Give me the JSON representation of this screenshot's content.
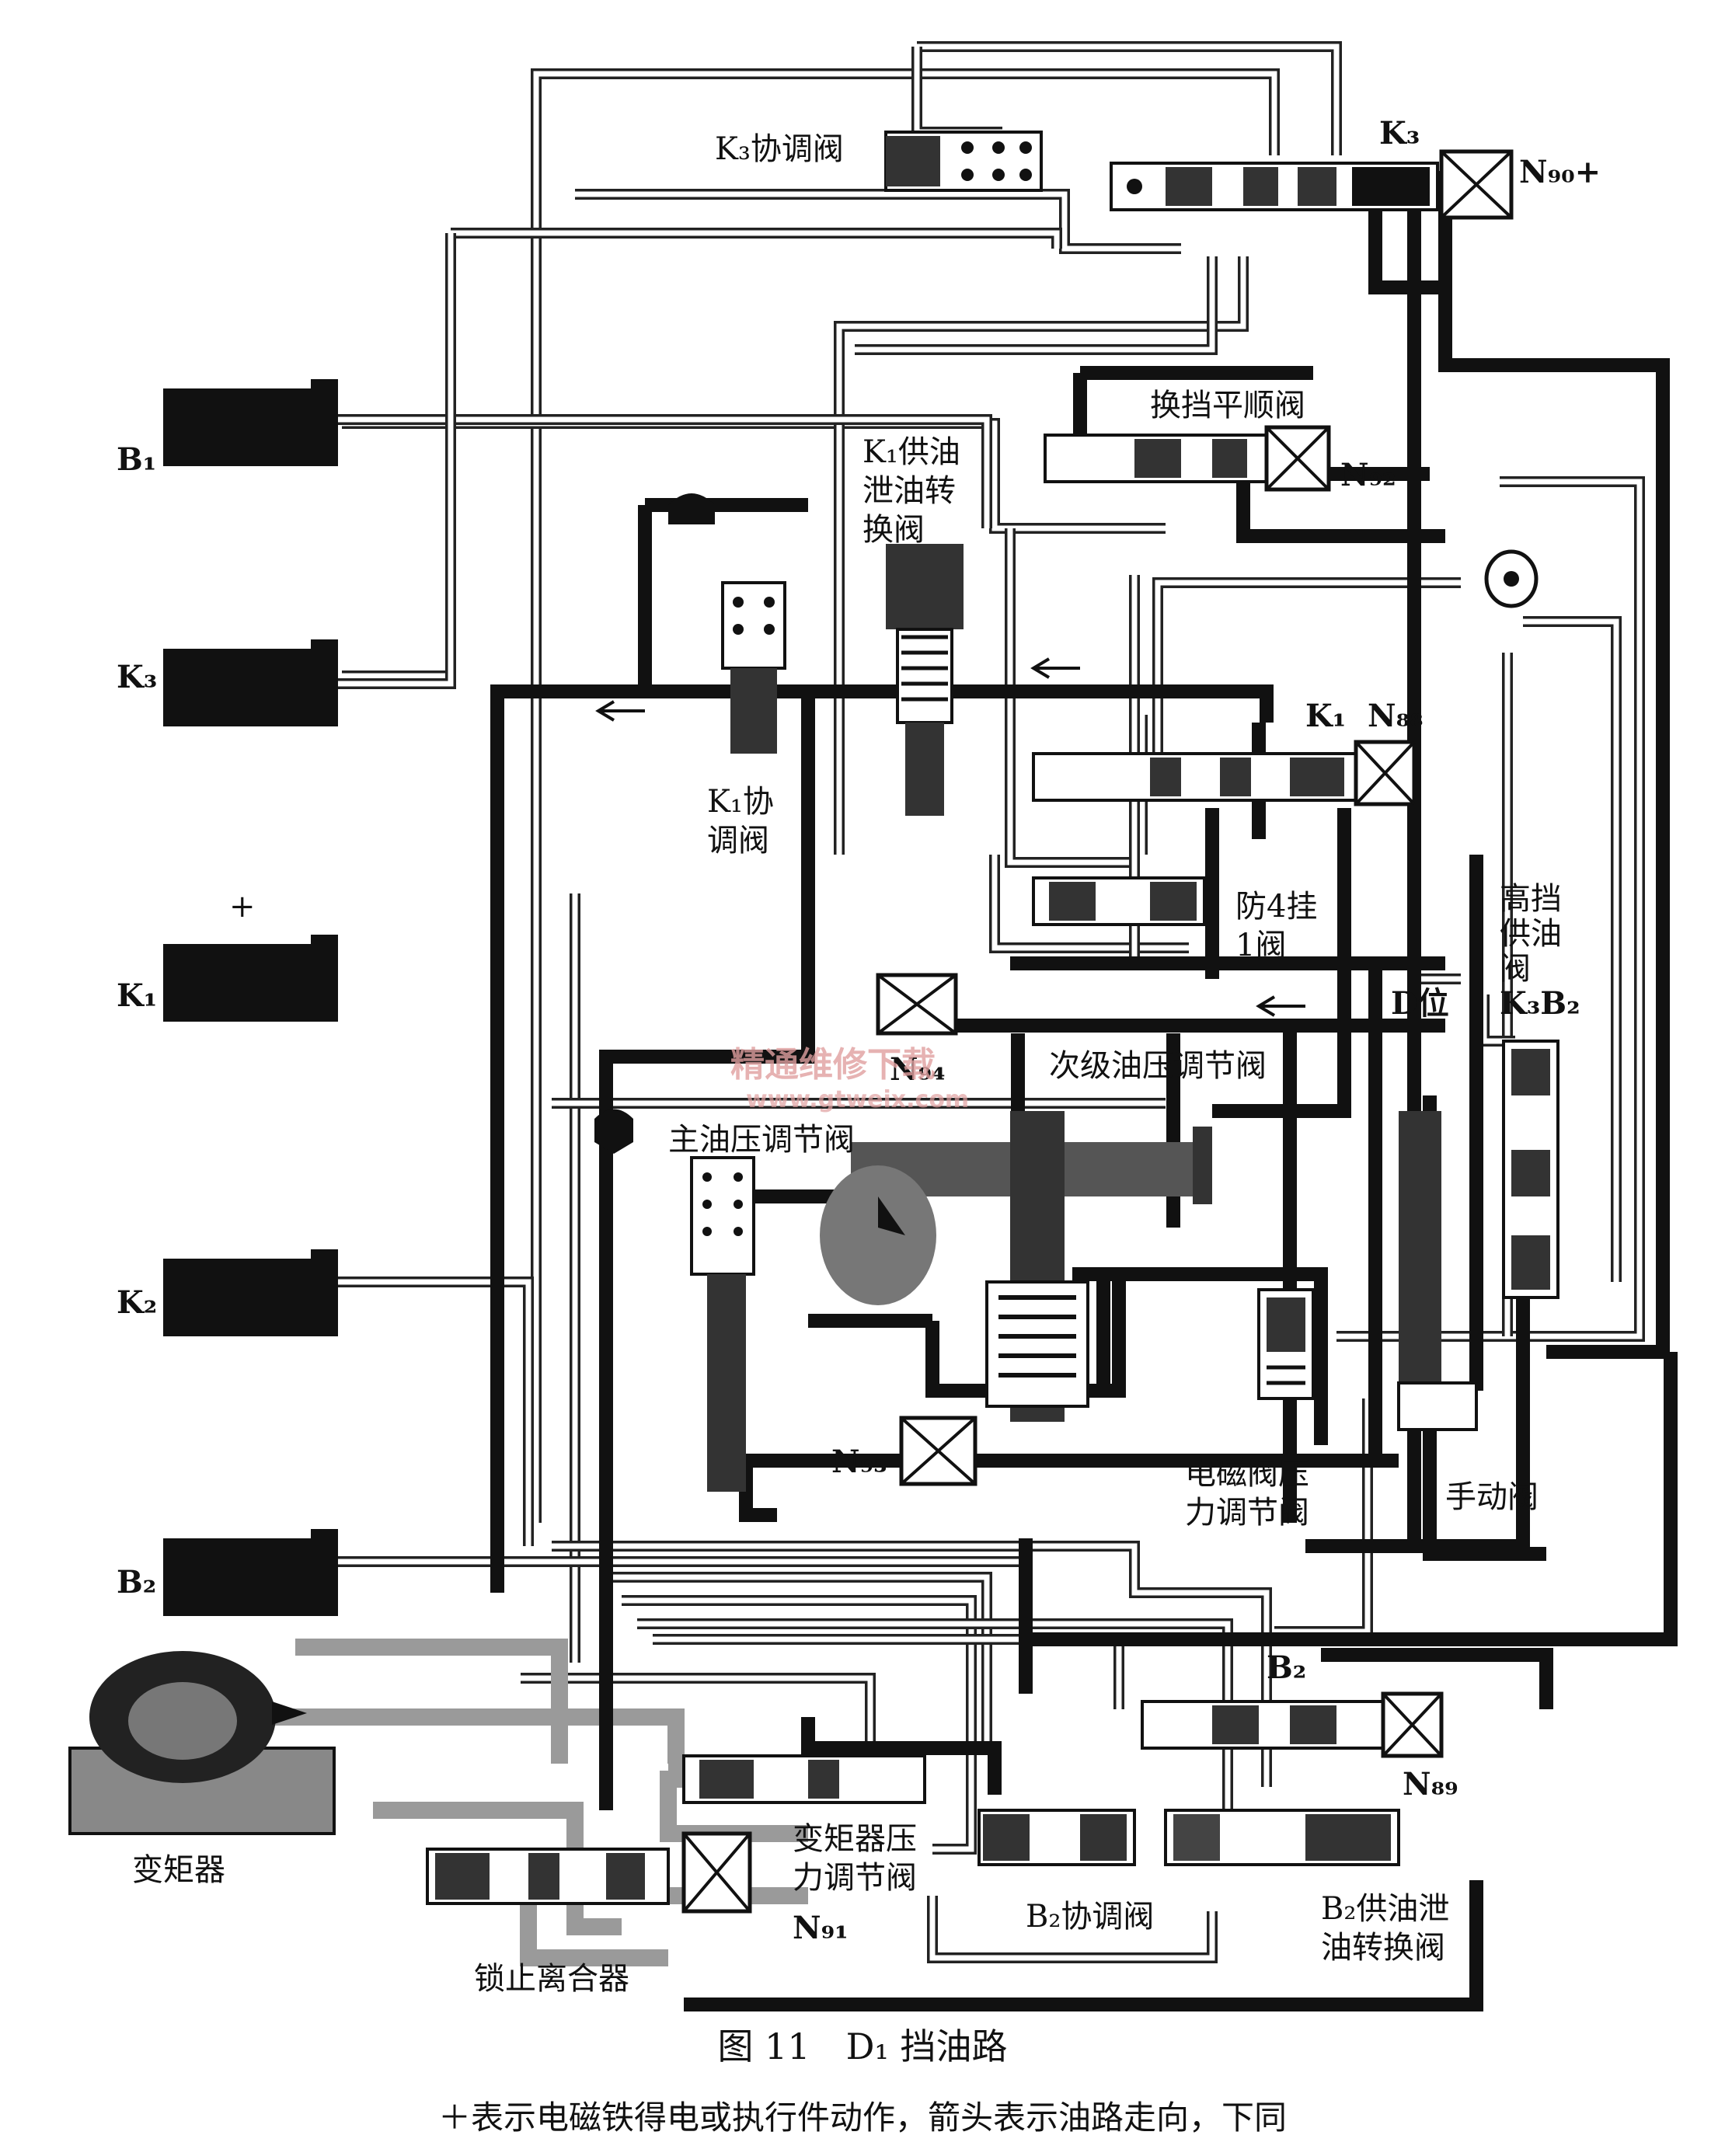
{
  "diagram": {
    "actuators": {
      "b1": "B₁",
      "k3": "K₃",
      "k1": "K₁",
      "k2": "K₂",
      "b2": "B₂",
      "plus": "+"
    },
    "valves": {
      "k3_coord": "K₃协调阀",
      "k3_label": "K₃",
      "n90": "N₉₀+",
      "shift_smooth": "换挡平顺阀",
      "n92": "N₉₂",
      "k1_supply_line1": "K₁供油",
      "k1_supply_line2": "泄油转",
      "k1_supply_line3": "换阀",
      "k1_label": "K₁",
      "n88": "N₈₈",
      "k1_coord_line1": "K₁协",
      "k1_coord_line2": "调阀",
      "anti4_line1": "防4挂",
      "anti4_line2": "1阀",
      "high_supply_line1": "高挡",
      "high_supply_line2": "供油",
      "high_supply_line3": "阀",
      "k3b2": "K₃B₂",
      "d_pos": "D位",
      "n94": "N₉₄",
      "secondary": "次级油压调节阀",
      "main_pressure": "主油压调节阀",
      "n93": "N₉₃",
      "solenoid_press_line1": "电磁阀压",
      "solenoid_press_line2": "力调节阀",
      "manual": "手动阀",
      "b2_label": "B₂",
      "n89": "N₈₉",
      "torque_press_line1": "变矩器压",
      "torque_press_line2": "力调节阀",
      "b2_coord": "B₂协调阀",
      "b2_supply_line1": "B₂供油泄",
      "b2_supply_line2": "油转换阀",
      "n91": "N₉₁",
      "lockup": "锁止离合器",
      "converter": "变矩器"
    },
    "watermark": {
      "cn": "精通维修下载",
      "url": "www.gtweix.com"
    }
  },
  "caption": {
    "title": "图 11　D₁ 挡油路",
    "note": "＋表示电磁铁得电或执行件动作，箭头表示油路走向，下同"
  },
  "colors": {
    "line": "#111111",
    "converter_oil": "#9a9a9a",
    "watermark": "#e0a0a0"
  }
}
